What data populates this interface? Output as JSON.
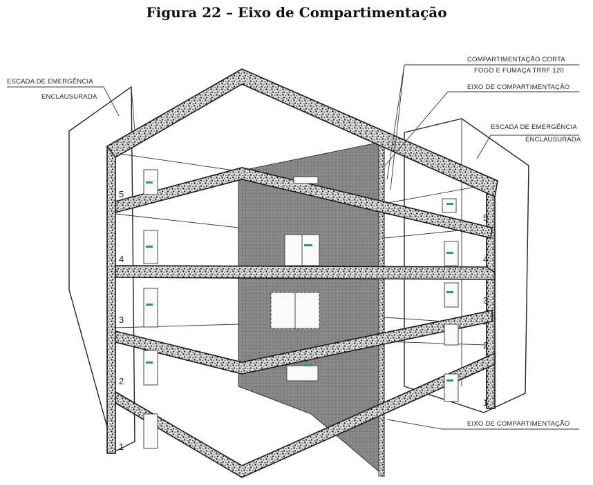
{
  "figure": {
    "title": "Figura 22 – Eixo de Compartimentação"
  },
  "labels": {
    "stair_left_line1": "ESCADA DE EMERGÊNCIA",
    "stair_left_line2": "ENCLAUSURADA",
    "stair_right_line1": "ESCADA DE EMERGÊNCIA",
    "stair_right_line2": "ENCLAUSURADA",
    "fire_line1": "COMPARTIMENTAÇÃO CORTA",
    "fire_line2": "FOGO E FUMAÇA TRRF 120",
    "axis_top": "EIXO DE COMPARTIMENTAÇÃO",
    "axis_bottom": "EIXO DE COMPARTIMENTAÇÃO"
  },
  "floors": {
    "left": [
      "1",
      "2",
      "3",
      "4",
      "5"
    ],
    "right": [
      "1",
      "2",
      "3",
      "4",
      "5"
    ]
  },
  "colors": {
    "exit_sign": "#2e9e52",
    "compartment_wall": "#7a7a7a",
    "slab_speckle_dark": "#1a1a1a"
  }
}
